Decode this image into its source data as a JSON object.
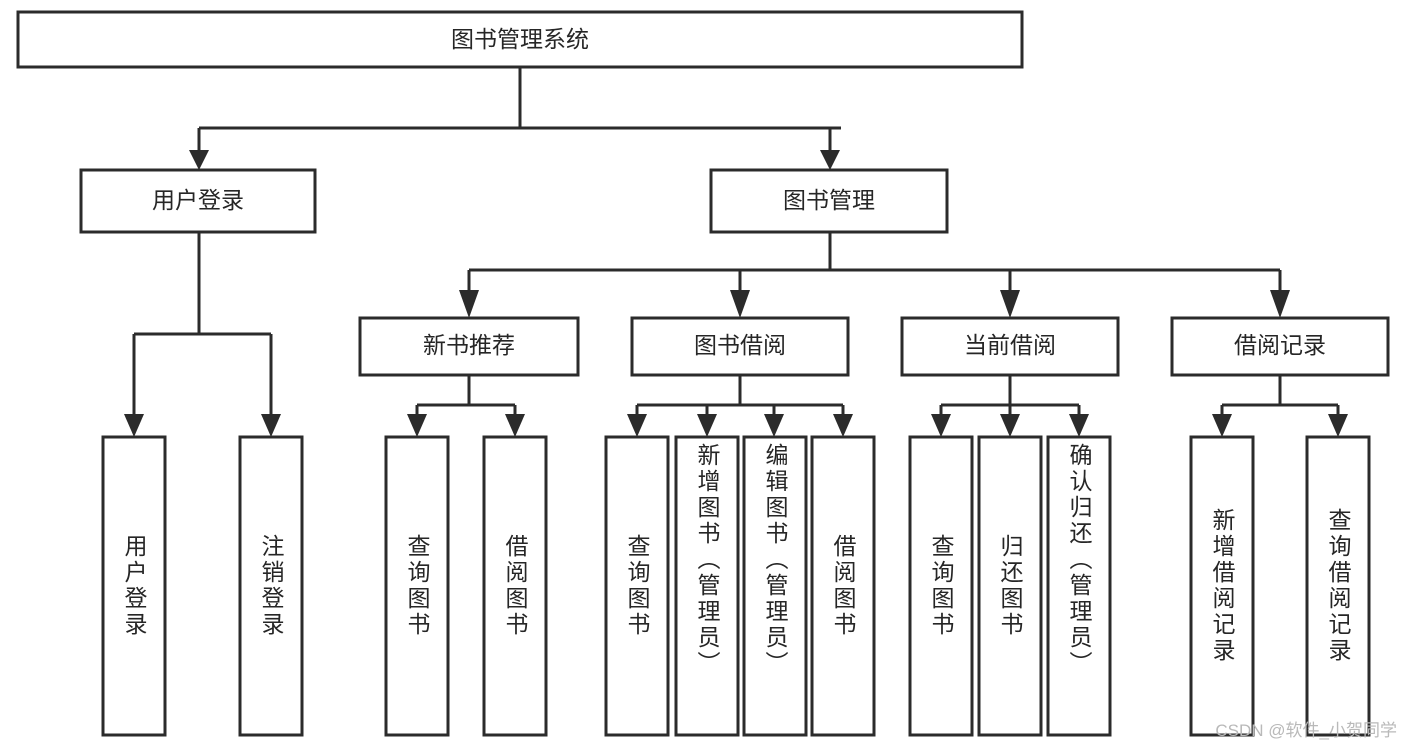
{
  "diagram": {
    "title": "图书管理系统",
    "type": "hierarchy-tree",
    "colors": {
      "stroke": "#2b2b2b",
      "fill": "#ffffff",
      "text": "#262626",
      "background": "#ffffff",
      "watermark": "#b9b9b9"
    },
    "levels": {
      "root": {
        "label": "图书管理系统",
        "orientation": "horizontal"
      },
      "level2": [
        {
          "label": "用户登录",
          "orientation": "horizontal"
        },
        {
          "label": "图书管理",
          "orientation": "horizontal"
        }
      ],
      "level3": [
        {
          "label": "新书推荐",
          "orientation": "horizontal",
          "parent": "图书管理"
        },
        {
          "label": "图书借阅",
          "orientation": "horizontal",
          "parent": "图书管理"
        },
        {
          "label": "当前借阅",
          "orientation": "horizontal",
          "parent": "图书管理"
        },
        {
          "label": "借阅记录",
          "orientation": "horizontal",
          "parent": "图书管理"
        }
      ],
      "leaves": [
        {
          "label": "用户登录",
          "orientation": "vertical",
          "parent": "用户登录"
        },
        {
          "label": "注销登录",
          "orientation": "vertical",
          "parent": "用户登录"
        },
        {
          "label": "查询图书",
          "orientation": "vertical",
          "parent": "新书推荐"
        },
        {
          "label": "借阅图书",
          "orientation": "vertical",
          "parent": "新书推荐"
        },
        {
          "label": "查询图书",
          "orientation": "vertical",
          "parent": "图书借阅"
        },
        {
          "label": "新增图书（管理员）",
          "orientation": "vertical",
          "parent": "图书借阅"
        },
        {
          "label": "编辑图书（管理员）",
          "orientation": "vertical",
          "parent": "图书借阅"
        },
        {
          "label": "借阅图书",
          "orientation": "vertical",
          "parent": "图书借阅"
        },
        {
          "label": "查询图书",
          "orientation": "vertical",
          "parent": "当前借阅"
        },
        {
          "label": "归还图书",
          "orientation": "vertical",
          "parent": "当前借阅"
        },
        {
          "label": "确认归还（管理员）",
          "orientation": "vertical",
          "parent": "当前借阅"
        },
        {
          "label": "新增借阅记录",
          "orientation": "vertical",
          "parent": "借阅记录"
        },
        {
          "label": "查询借阅记录",
          "orientation": "vertical",
          "parent": "借阅记录"
        }
      ]
    }
  },
  "watermark": {
    "text": "CSDN @软件_小贺同学"
  }
}
